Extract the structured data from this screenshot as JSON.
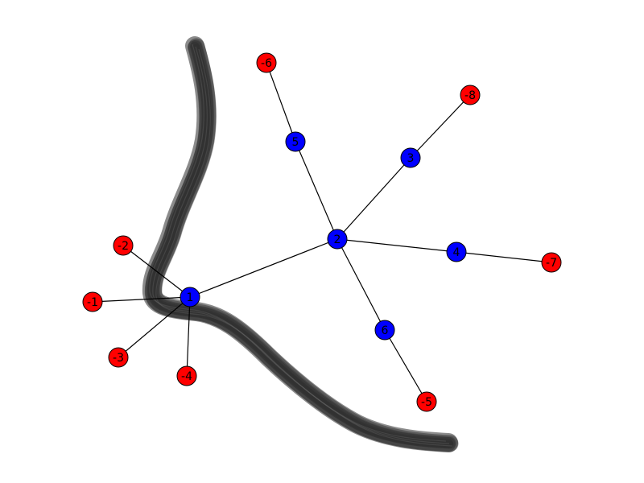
{
  "diagram": {
    "colors": {
      "positive_node": "#0000ff",
      "negative_node": "#ff0000",
      "stroke": "#000000",
      "road": "#2b2b2b"
    },
    "nodes": [
      {
        "id": "1",
        "label": "1",
        "kind": "positive"
      },
      {
        "id": "2",
        "label": "2",
        "kind": "positive"
      },
      {
        "id": "3",
        "label": "3",
        "kind": "positive"
      },
      {
        "id": "4",
        "label": "4",
        "kind": "positive"
      },
      {
        "id": "5",
        "label": "5",
        "kind": "positive"
      },
      {
        "id": "6",
        "label": "6",
        "kind": "positive"
      },
      {
        "id": "-1",
        "label": "-1",
        "kind": "negative"
      },
      {
        "id": "-2",
        "label": "-2",
        "kind": "negative"
      },
      {
        "id": "-3",
        "label": "-3",
        "kind": "negative"
      },
      {
        "id": "-4",
        "label": "-4",
        "kind": "negative"
      },
      {
        "id": "-5",
        "label": "-5",
        "kind": "negative"
      },
      {
        "id": "-6",
        "label": "-6",
        "kind": "negative"
      },
      {
        "id": "-7",
        "label": "-7",
        "kind": "negative"
      },
      {
        "id": "-8",
        "label": "-8",
        "kind": "negative"
      }
    ],
    "edges": [
      [
        "1",
        "2"
      ],
      [
        "1",
        "-1"
      ],
      [
        "1",
        "-2"
      ],
      [
        "1",
        "-3"
      ],
      [
        "1",
        "-4"
      ],
      [
        "2",
        "3"
      ],
      [
        "2",
        "4"
      ],
      [
        "2",
        "5"
      ],
      [
        "2",
        "6"
      ],
      [
        "3",
        "-8"
      ],
      [
        "4",
        "-7"
      ],
      [
        "5",
        "-6"
      ],
      [
        "6",
        "-5"
      ]
    ]
  }
}
